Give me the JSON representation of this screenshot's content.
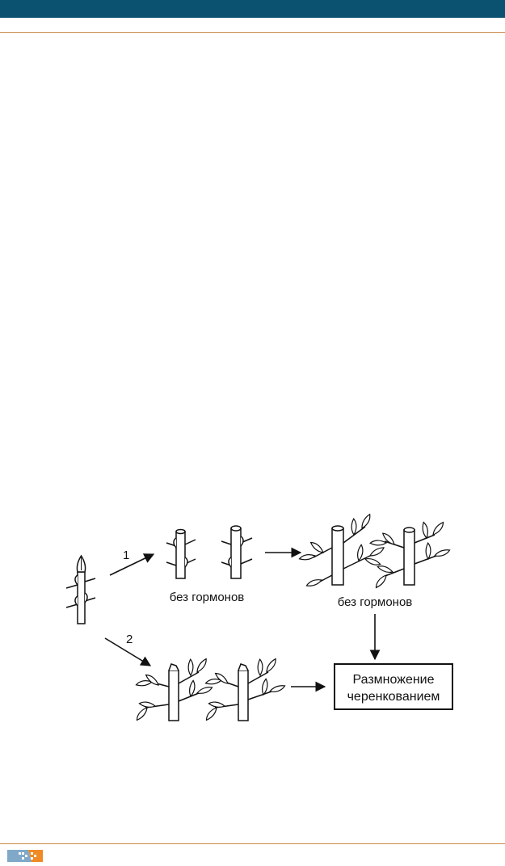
{
  "colors": {
    "header_band": "#0b5270",
    "header_rule": "#c98a4b",
    "logo_blue": "#7fa8c9",
    "logo_orange": "#f08a24",
    "ink": "#111111"
  },
  "diagram": {
    "label_path_1": "1",
    "label_path_2": "2",
    "caption_no_hormones_1": "без гормонов",
    "caption_no_hormones_2": "без гормонов",
    "result_line_1": "Размножение",
    "result_line_2": "черенкованием"
  },
  "footer": {
    "logo_icon": "publisher-logo-icon"
  }
}
